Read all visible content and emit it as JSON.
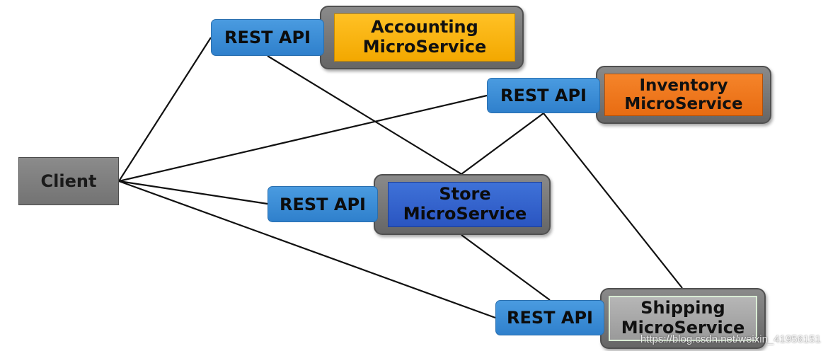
{
  "client": {
    "label": "Client"
  },
  "services": {
    "accounting": {
      "api_label": "REST API",
      "name_line1": "Accounting",
      "name_line2": "MicroService",
      "color": "#ffb812"
    },
    "inventory": {
      "api_label": "REST API",
      "name_line1": "Inventory",
      "name_line2": "MicroService",
      "color": "#f0781c"
    },
    "store": {
      "api_label": "REST API",
      "name_line1": "Store",
      "name_line2": "MicroService",
      "color": "#3463cc"
    },
    "shipping": {
      "api_label": "REST API",
      "name_line1": "Shipping",
      "name_line2": "MicroService",
      "color": "#a8a8a8"
    }
  },
  "colors": {
    "api_blue": "#3a8cd6",
    "frame_gray": "#787878",
    "client_gray": "#808080",
    "line": "#111111"
  },
  "watermark": "https://blog.csdn.net/weixin_41956151"
}
